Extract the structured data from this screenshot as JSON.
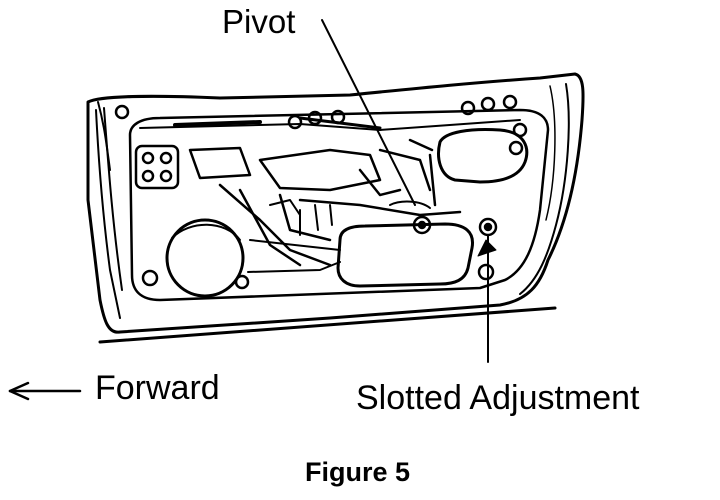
{
  "labels": {
    "pivot": "Pivot",
    "forward": "Forward",
    "slotted_adjustment": "Slotted Adjustment",
    "figure_caption": "Figure 5"
  },
  "colors": {
    "ink": "#000000",
    "background": "#ffffff"
  },
  "icons": {
    "forward_arrow": "left-arrow-icon"
  }
}
